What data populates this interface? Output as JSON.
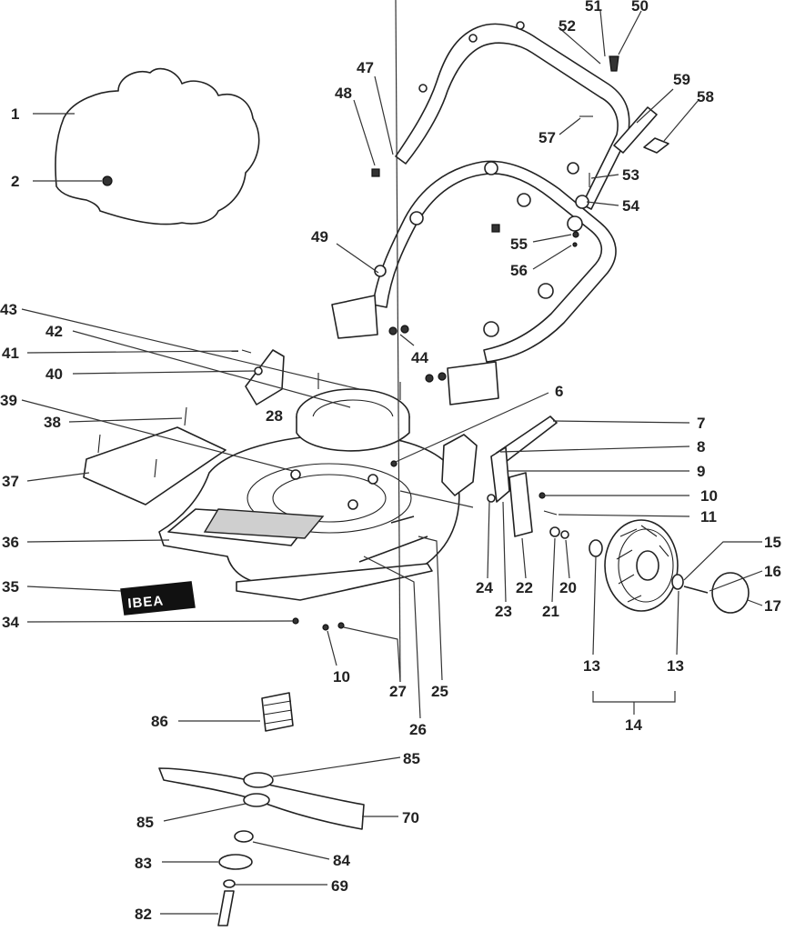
{
  "diagram": {
    "brand_logo": "IBEA",
    "callouts": [
      {
        "id": "c1",
        "text": "1"
      },
      {
        "id": "c2",
        "text": "2"
      },
      {
        "id": "c6",
        "text": "6"
      },
      {
        "id": "c7",
        "text": "7"
      },
      {
        "id": "c8",
        "text": "8"
      },
      {
        "id": "c9",
        "text": "9"
      },
      {
        "id": "c10a",
        "text": "10"
      },
      {
        "id": "c10b",
        "text": "10"
      },
      {
        "id": "c11",
        "text": "11"
      },
      {
        "id": "c13a",
        "text": "13"
      },
      {
        "id": "c13b",
        "text": "13"
      },
      {
        "id": "c14",
        "text": "14"
      },
      {
        "id": "c15",
        "text": "15"
      },
      {
        "id": "c16",
        "text": "16"
      },
      {
        "id": "c17",
        "text": "17"
      },
      {
        "id": "c20",
        "text": "20"
      },
      {
        "id": "c21",
        "text": "21"
      },
      {
        "id": "c22",
        "text": "22"
      },
      {
        "id": "c23",
        "text": "23"
      },
      {
        "id": "c24",
        "text": "24"
      },
      {
        "id": "c25",
        "text": "25"
      },
      {
        "id": "c26",
        "text": "26"
      },
      {
        "id": "c27",
        "text": "27"
      },
      {
        "id": "c28",
        "text": "28"
      },
      {
        "id": "c34",
        "text": "34"
      },
      {
        "id": "c35",
        "text": "35"
      },
      {
        "id": "c36",
        "text": "36"
      },
      {
        "id": "c37",
        "text": "37"
      },
      {
        "id": "c38",
        "text": "38"
      },
      {
        "id": "c39",
        "text": "39"
      },
      {
        "id": "c40",
        "text": "40"
      },
      {
        "id": "c41",
        "text": "41"
      },
      {
        "id": "c42",
        "text": "42"
      },
      {
        "id": "c43",
        "text": "43"
      },
      {
        "id": "c44",
        "text": "44"
      },
      {
        "id": "c47",
        "text": "47"
      },
      {
        "id": "c48",
        "text": "48"
      },
      {
        "id": "c49",
        "text": "49"
      },
      {
        "id": "c50",
        "text": "50"
      },
      {
        "id": "c51",
        "text": "51"
      },
      {
        "id": "c52",
        "text": "52"
      },
      {
        "id": "c53",
        "text": "53"
      },
      {
        "id": "c54",
        "text": "54"
      },
      {
        "id": "c55",
        "text": "55"
      },
      {
        "id": "c56",
        "text": "56"
      },
      {
        "id": "c57",
        "text": "57"
      },
      {
        "id": "c58",
        "text": "58"
      },
      {
        "id": "c59",
        "text": "59"
      },
      {
        "id": "c69",
        "text": "69"
      },
      {
        "id": "c70",
        "text": "70"
      },
      {
        "id": "c82",
        "text": "82"
      },
      {
        "id": "c83",
        "text": "83"
      },
      {
        "id": "c84",
        "text": "84"
      },
      {
        "id": "c85a",
        "text": "85"
      },
      {
        "id": "c85b",
        "text": "85"
      },
      {
        "id": "c86",
        "text": "86"
      }
    ]
  }
}
